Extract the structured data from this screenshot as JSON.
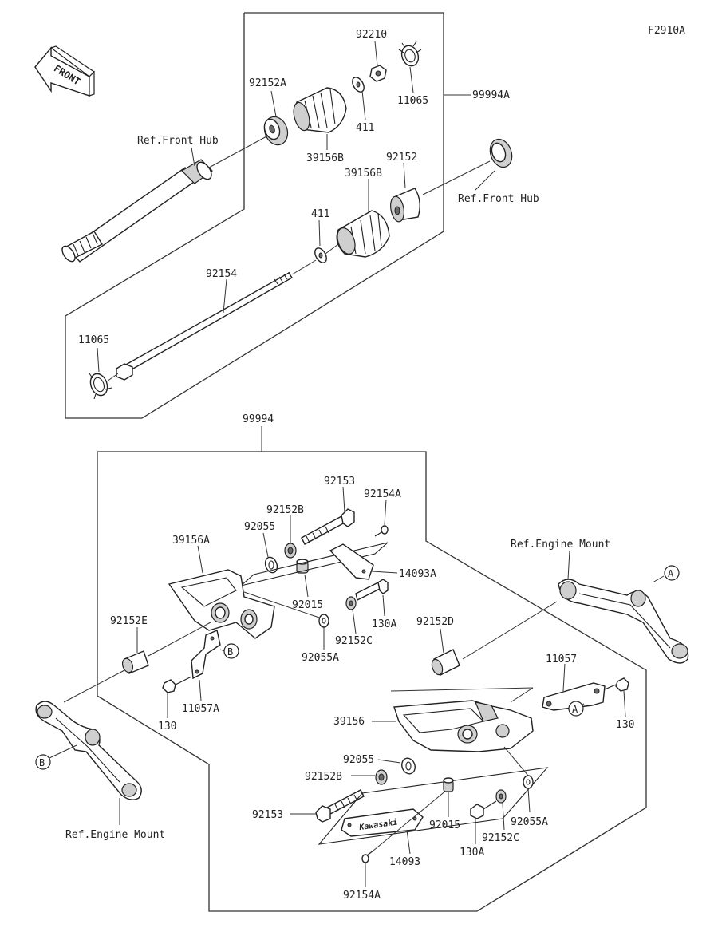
{
  "figure_code": "F2910A",
  "front_arrow_label": "FRONT",
  "callout_letters": {
    "a": "A",
    "b": "B"
  },
  "upper_kit": {
    "kit_number": "99994A",
    "labels": {
      "ring_11065_top": "11065",
      "nut_92210": "92210",
      "collar_92152A": "92152A",
      "slider_39156B_top": "39156B",
      "washer_411_top": "411",
      "ref_front_hub_left": "Ref.Front Hub",
      "collar_92152": "92152",
      "slider_39156B_bottom": "39156B",
      "ref_front_hub_right": "Ref.Front Hub",
      "washer_411_bottom": "411",
      "shaft_92154": "92154",
      "ring_11065_bottom": "11065"
    }
  },
  "lower_kit": {
    "kit_number": "99994",
    "labels": {
      "bolt_92153_left": "92153",
      "collar_92152B_left": "92152B",
      "screw_92154A_left": "92154A",
      "washer_92055_left": "92055",
      "slider_39156A": "39156A",
      "plate_14093A": "14093A",
      "collar_92015_left": "92015",
      "bolt_130A_left": "130A",
      "collar_92152C_left": "92152C",
      "washer_92055A_left": "92055A",
      "collar_92152E": "92152E",
      "bracket_11057A": "11057A",
      "bolt_130_left": "130",
      "ref_engine_mount_right": "Ref.Engine Mount",
      "collar_92152D": "92152D",
      "bracket_11057": "11057",
      "bolt_130_right": "130",
      "slider_39156": "39156",
      "washer_92055_right": "92055",
      "collar_92152B_right": "92152B",
      "bolt_92153_right": "92153",
      "collar_92015_right": "92015",
      "bolt_130A_right": "130A",
      "collar_92152C_right": "92152C",
      "washer_92055A_right": "92055A",
      "plate_14093": "14093",
      "screw_92154A_right": "92154A",
      "ref_engine_mount_left": "Ref.Engine Mount",
      "emblem_text": "Kawasaki"
    }
  }
}
